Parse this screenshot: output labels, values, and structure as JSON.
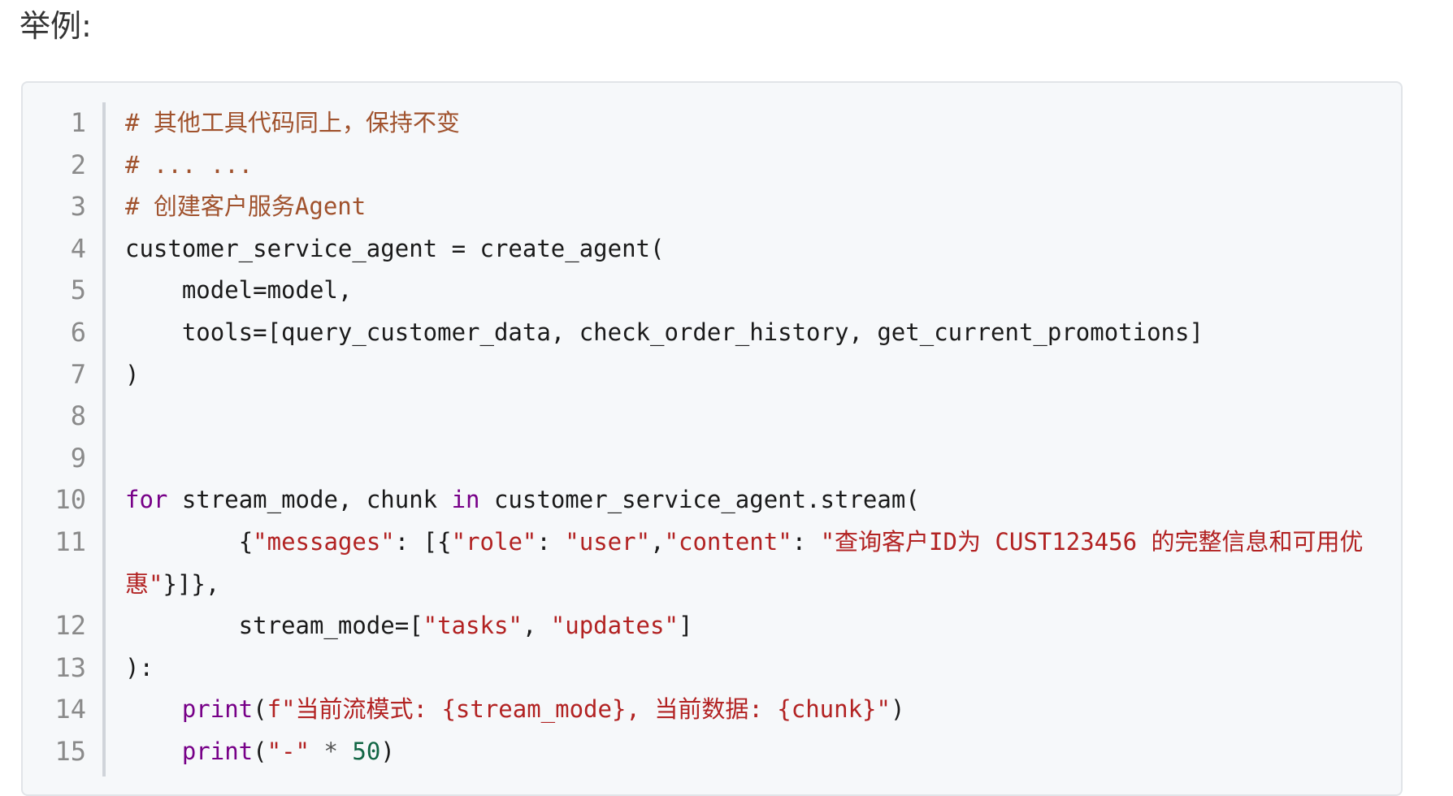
{
  "heading": "举例:",
  "line_numbers": [
    "1",
    "2",
    "3",
    "4",
    "5",
    "6",
    "7",
    "8",
    "9",
    "10",
    "11",
    "12",
    "13",
    "14",
    "15"
  ],
  "code": {
    "l1_comment": "# 其他工具代码同上，保持不变",
    "l2_comment": "# ... ...",
    "l3_comment": "# 创建客户服务Agent",
    "l4": "customer_service_agent = create_agent(",
    "l5": "    model=model,",
    "l6": "    tools=[query_customer_data, check_order_history, get_current_promotions]",
    "l7": ")",
    "l10_for": "for",
    "l10_a": " stream_mode, chunk ",
    "l10_in": "in",
    "l10_b": " customer_service_agent.stream(",
    "l11_indent": "        {",
    "l11_s1": "\"messages\"",
    "l11_p1": ": [{",
    "l11_s2": "\"role\"",
    "l11_p2": ": ",
    "l11_s3": "\"user\"",
    "l11_p3": ",",
    "l11_s4": "\"content\"",
    "l11_p4": ": ",
    "l11_s5": "\"查询客户ID为 CUST123456 的完整信息和可用优惠\"",
    "l11_p5": "}]},",
    "l12_a": "        stream_mode=[",
    "l12_s1": "\"tasks\"",
    "l12_b": ", ",
    "l12_s2": "\"updates\"",
    "l12_c": "]",
    "l13": "):",
    "l14_indent": "    ",
    "l14_fn": "print",
    "l14_a": "(",
    "l14_s": "f\"当前流模式: {stream_mode}, 当前数据: {chunk}\"",
    "l14_b": ")",
    "l15_indent": "    ",
    "l15_fn": "print",
    "l15_a": "(",
    "l15_s": "\"-\"",
    "l15_op": " * ",
    "l15_num": "50",
    "l15_b": ")"
  },
  "colors": {
    "comment": "#a0522d",
    "keyword": "#770088",
    "string": "#b22222",
    "number": "#116644"
  }
}
